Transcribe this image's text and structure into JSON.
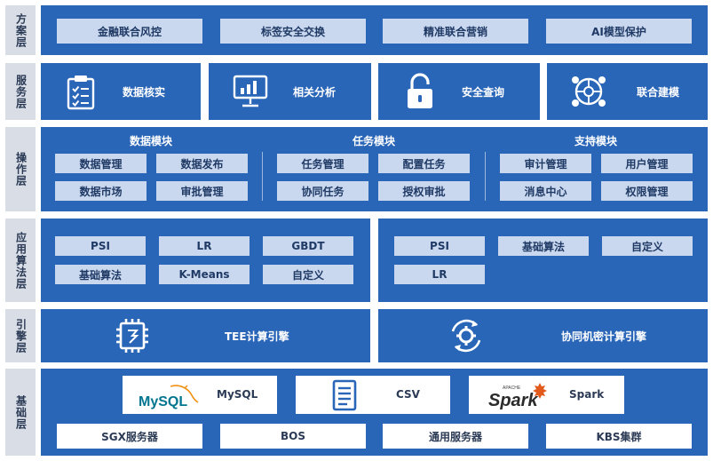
{
  "layers": {
    "solution": "方案层",
    "service": "服务层",
    "operation": "操作层",
    "algorithm": "应用算法层",
    "engine": "引擎层",
    "base": "基础层"
  },
  "solution_items": [
    "金融联合风控",
    "标签安全交换",
    "精准联合营销",
    "AI模型保护"
  ],
  "service_items": [
    "数据核实",
    "相关分析",
    "安全查询",
    "联合建模"
  ],
  "operation": {
    "modules": [
      {
        "title": "数据模块",
        "items": [
          "数据管理",
          "数据发布",
          "数据市场",
          "审批管理"
        ]
      },
      {
        "title": "任务模块",
        "items": [
          "任务管理",
          "配置任务",
          "协同任务",
          "授权审批"
        ]
      },
      {
        "title": "支持模块",
        "items": [
          "审计管理",
          "用户管理",
          "消息中心",
          "权限管理"
        ]
      }
    ]
  },
  "algorithms": {
    "left": [
      "PSI",
      "LR",
      "GBDT",
      "基础算法",
      "K-Means",
      "自定义"
    ],
    "right": [
      "PSI",
      "基础算法",
      "自定义",
      "LR"
    ]
  },
  "engines": [
    "TEE计算引擎",
    "协同机密计算引擎"
  ],
  "base": {
    "sources": [
      {
        "logo": "MySQL",
        "label": "MySQL"
      },
      {
        "logo": "",
        "label": "CSV"
      },
      {
        "logo": "Spark",
        "logo_small": "APACHE",
        "label": "Spark"
      }
    ],
    "infra": [
      "SGX服务器",
      "BOS",
      "通用服务器",
      "KBS集群"
    ]
  },
  "colors": {
    "band": "#2a66b8",
    "chip": "#c9d8ee",
    "label_bg": "#d8dde6",
    "mysql_blue": "#00758f",
    "mysql_orange": "#f29111",
    "spark_orange": "#e25a1c"
  }
}
